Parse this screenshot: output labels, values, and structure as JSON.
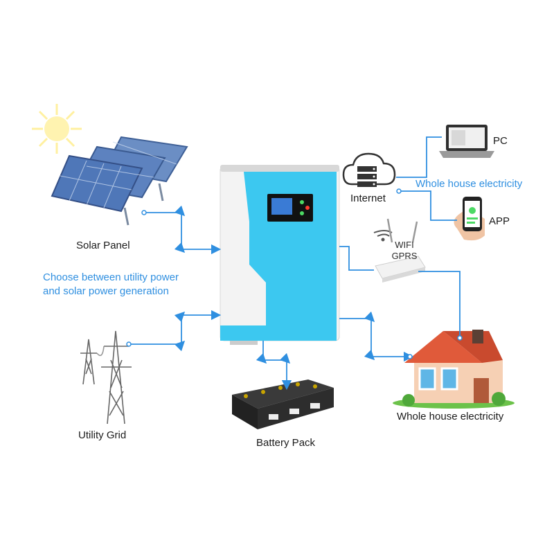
{
  "labels": {
    "solar_panel": "Solar Panel",
    "utility_grid": "Utility Grid",
    "battery_pack": "Battery Pack",
    "internet": "Internet",
    "pc": "PC",
    "app": "APP",
    "wifi_line1": "WIFI",
    "wifi_line2": "GPRS",
    "whole_house_top": "Whole house electricity",
    "whole_house_bottom": "Whole house electricity",
    "choose_line1": "Choose between utility power",
    "choose_line2": "and solar power generation"
  },
  "icons": {
    "sun": "sun-icon",
    "solar": "solar-panel-icon",
    "tower": "power-tower-icon",
    "battery": "battery-pack-icon",
    "inverter": "inverter-icon",
    "cloud": "cloud-server-icon",
    "laptop": "laptop-icon",
    "phone": "phone-icon",
    "router": "wifi-router-icon",
    "house": "house-icon"
  },
  "colors": {
    "flow_line": "#2f8fe0",
    "inverter_body": "#3cc8f0",
    "text_blue": "#2f8fe0",
    "roof": "#e05a3a",
    "wall": "#f6d0b4"
  }
}
